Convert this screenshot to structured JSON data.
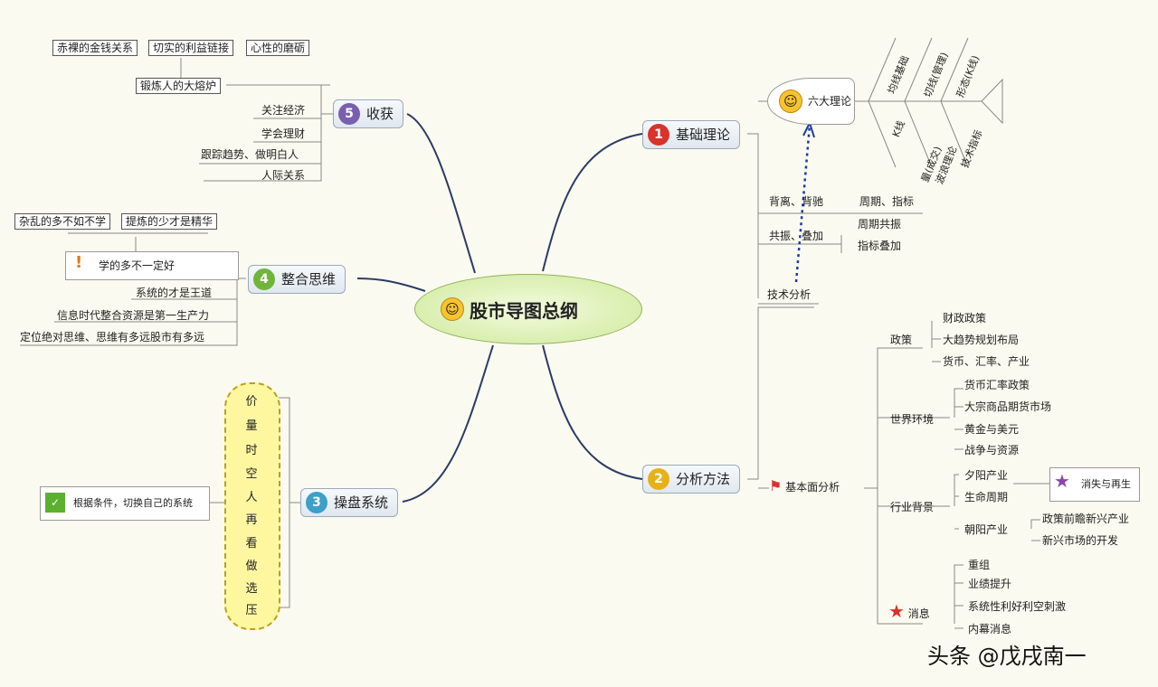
{
  "center": {
    "title": "股市导图总纲"
  },
  "basic": {
    "num": "1",
    "label": "基础理论",
    "six_theory": "六大理论",
    "fish_top": [
      "均线基础",
      "切线(管理)",
      "形态(K线)"
    ],
    "fish_bottom": [
      "K线",
      "量(成交)",
      "波浪理论",
      "技术指标"
    ],
    "items": [
      "背离、背驰",
      "周期、指标",
      "共振、叠加",
      "周期共振",
      "指标叠加"
    ],
    "tech": "技术分析"
  },
  "analysis": {
    "num": "2",
    "label": "分析方法",
    "fundamental": "基本面分析",
    "policy": "政策",
    "policy_items": [
      "财政政策",
      "大趋势规划布局",
      "货币、汇率、产业"
    ],
    "world": "世界环境",
    "world_items": [
      "货币汇率政策",
      "大宗商品期货市场",
      "黄金与美元",
      "战争与资源"
    ],
    "industry": "行业背景",
    "industry_items": [
      "夕阳产业",
      "生命周期",
      "朝阳产业"
    ],
    "rebirth": "消失与再生",
    "sunrise_items": [
      "政策前瞻新兴产业",
      "新兴市场的开发"
    ],
    "news": "消息",
    "news_items": [
      "重组",
      "业绩提升",
      "系统性利好利空刺激",
      "内幕消息"
    ]
  },
  "operate": {
    "num": "3",
    "label": "操盘系统",
    "note": "根据条件，切换自己的系统",
    "chars": [
      "价",
      "量",
      "时",
      "空",
      "人",
      "再",
      "看",
      "做",
      "选",
      "压"
    ]
  },
  "integrate": {
    "num": "4",
    "label": "整合思维",
    "top": [
      "杂乱的多不如不学",
      "提炼的少才是精华"
    ],
    "learn": "学的多不一定好",
    "lines": [
      "系统的才是王道",
      "信息时代整合资源是第一生产力",
      "定位绝对思维、思维有多远股市有多远"
    ]
  },
  "harvest": {
    "num": "5",
    "label": "收获",
    "top": [
      "赤裸的金钱关系",
      "切实的利益链接",
      "心性的磨砺"
    ],
    "forge": "锻炼人的大熔炉",
    "items": [
      "关注经济",
      "学会理财",
      "跟踪趋势、做明白人",
      "人际关系"
    ]
  },
  "watermark": "头条 @戊戌南一",
  "colors": {
    "center": "#cde99a",
    "n1": "#d9332b",
    "n2": "#e6b21b",
    "n3": "#3ca0c8",
    "n4": "#6fb53a",
    "n5": "#7a5fb0"
  }
}
